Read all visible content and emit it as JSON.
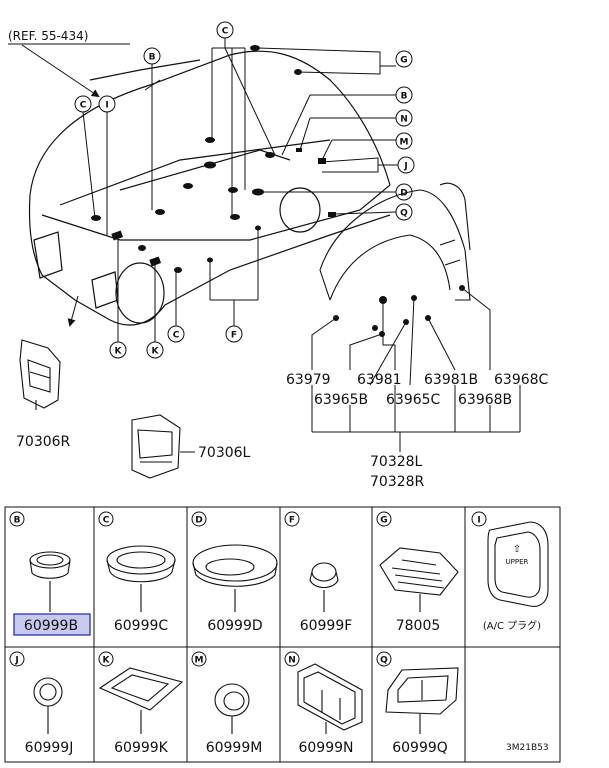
{
  "ref_note": "(REF. 55-434)",
  "callouts": {
    "B": "B",
    "C": "C",
    "D": "D",
    "F": "F",
    "G": "G",
    "J": "J",
    "K": "K",
    "M": "M",
    "N": "N",
    "Q": "Q",
    "I": "I"
  },
  "main_parts": {
    "p70306R": "70306R",
    "p70306L": "70306L",
    "p70328L": "70328L",
    "p70328R": "70328R",
    "p63979": "63979",
    "p63981": "63981",
    "p63981B": "63981B",
    "p63968C": "63968C",
    "p63965B": "63965B",
    "p63965C": "63965C",
    "p63968B": "63968B"
  },
  "grid": {
    "row1": [
      {
        "letter": "B",
        "part": "60999B",
        "selected": true
      },
      {
        "letter": "C",
        "part": "60999C"
      },
      {
        "letter": "D",
        "part": "60999D"
      },
      {
        "letter": "F",
        "part": "60999F"
      },
      {
        "letter": "G",
        "part": "78005"
      },
      {
        "letter": "I",
        "part": "(A/C プラグ)",
        "icon_text": "UPPER"
      }
    ],
    "row2": [
      {
        "letter": "J",
        "part": "60999J"
      },
      {
        "letter": "K",
        "part": "60999K"
      },
      {
        "letter": "M",
        "part": "60999M"
      },
      {
        "letter": "N",
        "part": "60999N"
      },
      {
        "letter": "Q",
        "part": "60999Q"
      }
    ]
  },
  "diagram_code": "3M21B53",
  "colors": {
    "line": "#111111",
    "selected_fill": "#c7c9ef",
    "selected_stroke": "#3a3fb5"
  }
}
